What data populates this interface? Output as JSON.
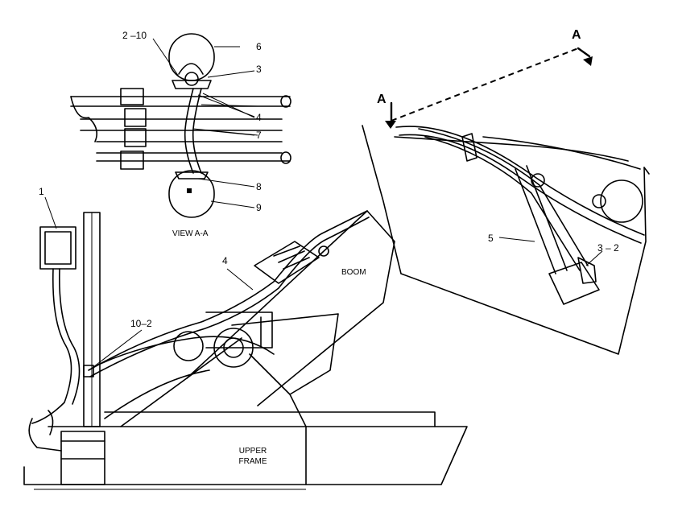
{
  "labels": {
    "callout_2_10": "2 –10",
    "callout_6": "6",
    "callout_3": "3",
    "callout_4_top": "4",
    "callout_7": "7",
    "callout_8": "8",
    "callout_9": "9",
    "callout_1": "1",
    "callout_4_boom": "4",
    "callout_10_2": "10–2",
    "callout_5": "5",
    "callout_3_2": "3 – 2",
    "view_title": "VIEW A-A",
    "boom": "BOOM",
    "upper_frame_line1": "UPPER",
    "upper_frame_line2": "FRAME",
    "section_a_left": "A",
    "section_a_right": "A"
  }
}
